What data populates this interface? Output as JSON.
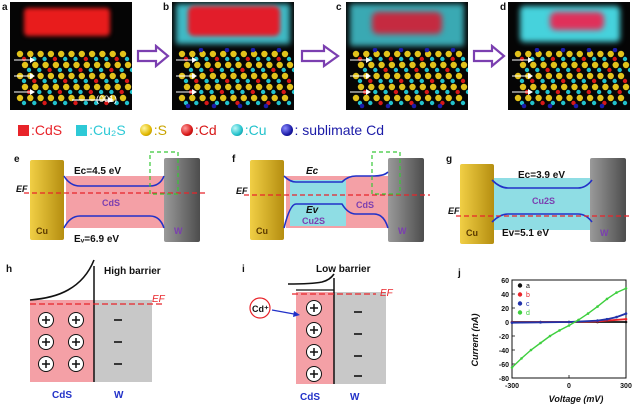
{
  "panels": {
    "a": "a",
    "b": "b",
    "c": "c",
    "d": "d",
    "e": "e",
    "f": "f",
    "g": "g",
    "h": "h",
    "i": "i",
    "j": "j"
  },
  "direction_label": "(001)",
  "legend": {
    "cds": ":CdS",
    "cu2s": ":Cu₂S",
    "s": ":S",
    "cd": ":Cd",
    "cu": ":Cu",
    "sublimate": ": sublimate Cd"
  },
  "band_e": {
    "ec": "Eᴄ=4.5 eV",
    "ev": "Eᵥ=6.9 eV",
    "ef": "EF",
    "mid": "CdS",
    "left": "Cu",
    "right": "W"
  },
  "band_f": {
    "ec": "Ec",
    "ev": "Ev",
    "ef": "EF",
    "cds": "CdS",
    "cu2s": "Cu2S",
    "left": "Cu",
    "right": "W"
  },
  "band_g": {
    "ec": "Ec=3.9 eV",
    "ev": "Ev=5.1 eV",
    "ef": "EF",
    "mid": "Cu2S",
    "left": "Cu",
    "right": "W"
  },
  "schottky_h": {
    "title": "High barrier",
    "ef": "EF",
    "left": "CdS",
    "right": "W"
  },
  "schottky_i": {
    "title": "Low barrier",
    "ef": "EF",
    "left": "CdS",
    "right": "W",
    "ion": "Cd⁺"
  },
  "colors": {
    "cds": "#e8242a",
    "cu2s": "#2ec9d6",
    "cu_metal": "#d4b02a",
    "w_metal": "#7a7a7a",
    "cds_band": "#f4a0a6",
    "cu2s_band": "#8fdde4",
    "arrow": "#7b3fb0"
  },
  "chart_data": {
    "type": "line",
    "xlabel": "Voltage (mV)",
    "ylabel": "Current (nA)",
    "xlim": [
      -300,
      300
    ],
    "ylim": [
      -80,
      60
    ],
    "xticks": [
      -300,
      0,
      300
    ],
    "yticks": [
      -80,
      -60,
      -40,
      -20,
      0,
      20,
      40,
      60
    ],
    "legend_position": "top-left",
    "series": [
      {
        "name": "a",
        "color": "#111111",
        "x": [
          -300,
          -150,
          0,
          150,
          300
        ],
        "y": [
          0,
          0,
          0,
          0,
          0
        ]
      },
      {
        "name": "b",
        "color": "#e8242a",
        "x": [
          -300,
          -150,
          0,
          150,
          300
        ],
        "y": [
          -0.5,
          -0.2,
          0,
          1,
          4
        ]
      },
      {
        "name": "c",
        "color": "#2233aa",
        "x": [
          -300,
          -150,
          0,
          150,
          200,
          250,
          300
        ],
        "y": [
          -1,
          -0.5,
          0,
          2,
          4,
          7,
          12
        ]
      },
      {
        "name": "d",
        "color": "#3ecf3e",
        "x": [
          -300,
          -250,
          -200,
          -150,
          -100,
          -50,
          0,
          50,
          100,
          150,
          200,
          250,
          300
        ],
        "y": [
          -65,
          -52,
          -40,
          -30,
          -20,
          -12,
          -5,
          3,
          12,
          22,
          33,
          42,
          48
        ]
      }
    ]
  }
}
